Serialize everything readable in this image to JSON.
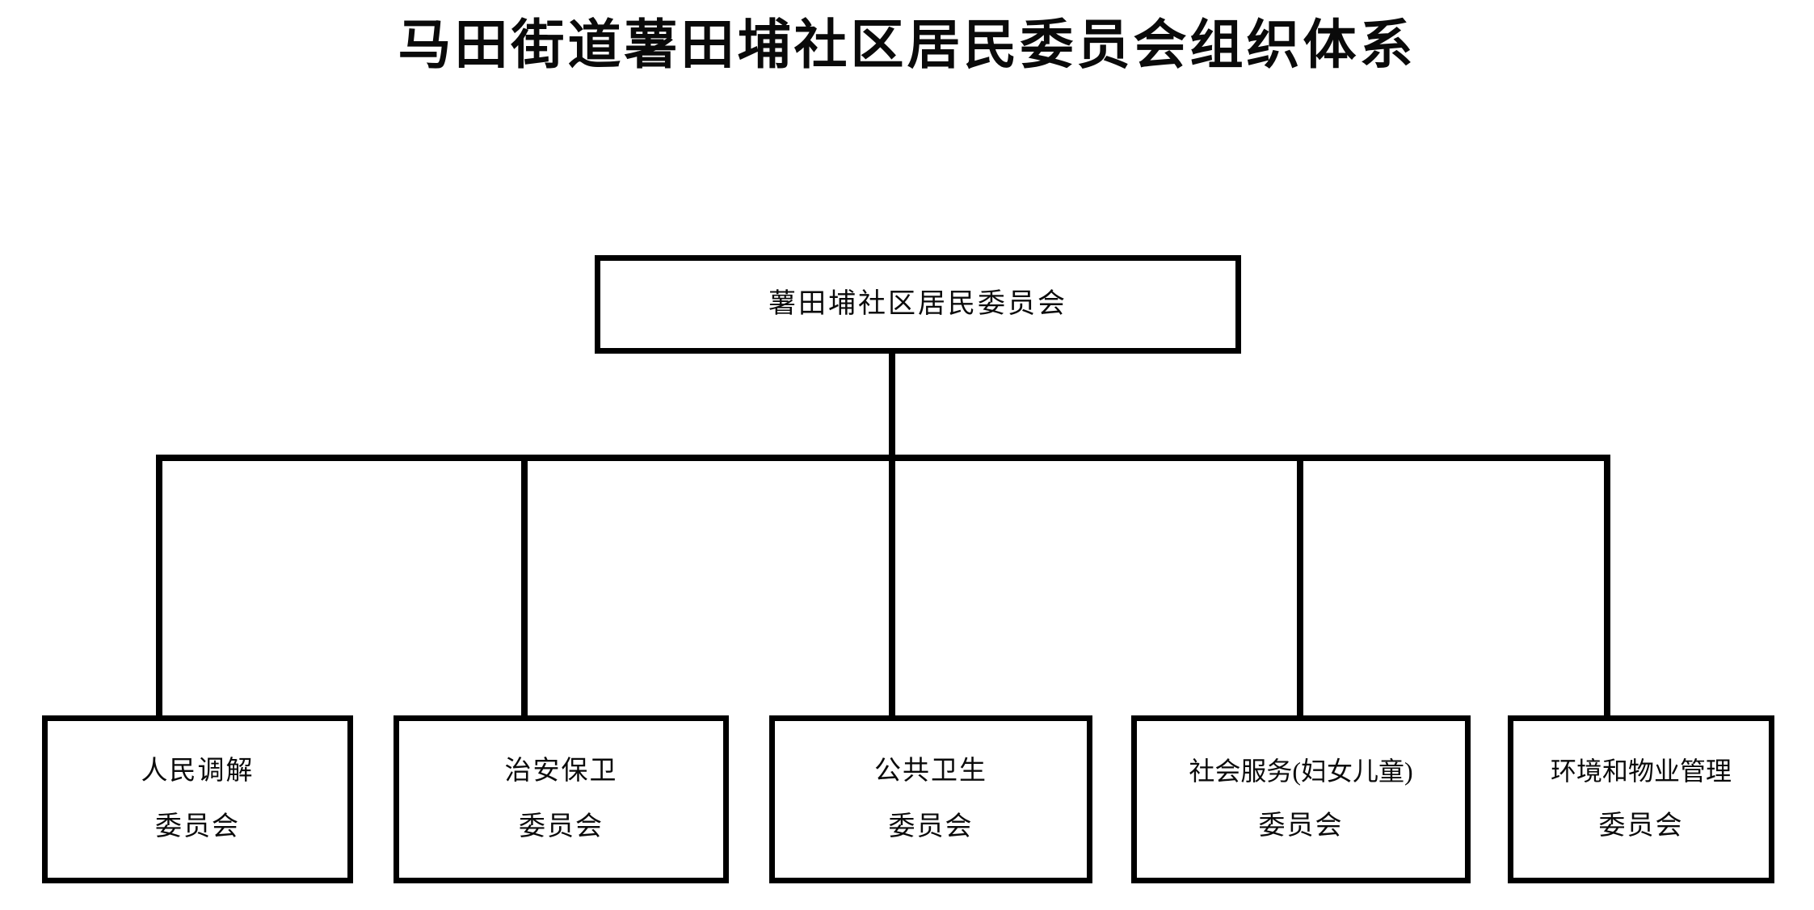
{
  "title": "马田街道薯田埔社区居民委员会组织体系",
  "chart": {
    "type": "org-chart",
    "root": {
      "label": "薯田埔社区居民委员会"
    },
    "children": [
      {
        "line1": "人民调解",
        "line2": "委员会"
      },
      {
        "line1": "治安保卫",
        "line2": "委员会"
      },
      {
        "line1": "公共卫生",
        "line2": "委员会"
      },
      {
        "line1": "社会服务(妇女儿童)",
        "line2": "委员会"
      },
      {
        "line1": "环境和物业管理",
        "line2": "委员会"
      }
    ]
  },
  "colors": {
    "background": "#ffffff",
    "stroke": "#000000",
    "text": "#0a0a0a"
  }
}
